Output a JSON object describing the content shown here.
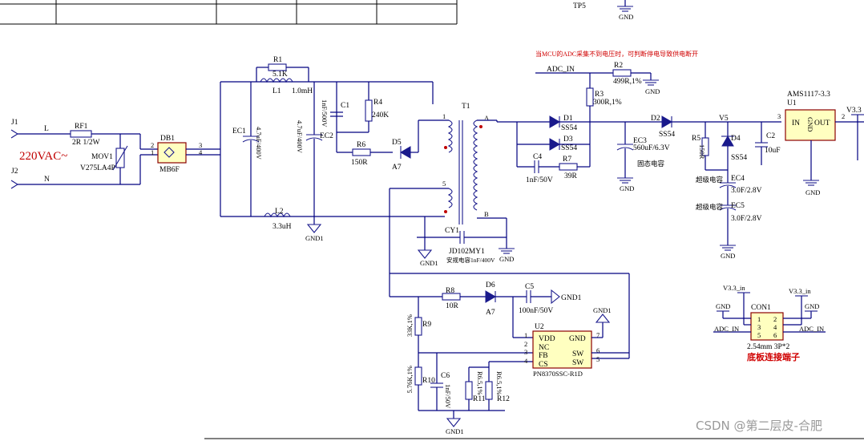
{
  "connectors": {
    "j1": "J1",
    "j2": "J2",
    "l_net": "L",
    "n_net": "N",
    "mains": "220VAC~"
  },
  "rf1": {
    "ref": "RF1",
    "value": "2R 1/2W"
  },
  "mov1": {
    "ref": "MOV1",
    "value": "V275LA4P"
  },
  "db1": {
    "ref": "DB1",
    "value": "MB6F",
    "pins": [
      "2",
      "1",
      "3",
      "4"
    ]
  },
  "ec1": {
    "ref": "EC1",
    "value": "4.7uF/400V"
  },
  "ec2": {
    "ref": "EC2",
    "value": "4.7uF/400V"
  },
  "r1": {
    "ref": "R1",
    "value": "5.1K"
  },
  "l1": {
    "ref": "L1",
    "value": "1.0mH"
  },
  "l2": {
    "ref": "L2",
    "value": "3.3uH"
  },
  "c1": {
    "ref": "C1",
    "value": "1nF/500V"
  },
  "r4": {
    "ref": "R4",
    "value": "240K"
  },
  "r6": {
    "ref": "R6",
    "value": "150R"
  },
  "d5": {
    "ref": "D5",
    "value": "A7"
  },
  "t1": {
    "ref": "T1",
    "pins": [
      "1",
      "A",
      "5",
      "B"
    ]
  },
  "cy1": {
    "ref": "CY1",
    "value": "JD102MY1",
    "note": "安规电容1nF/400V"
  },
  "gnd1": "GND1",
  "gnd": "GND",
  "tp5": "TP5",
  "note_adc": "当MCU的ADC采集不到电压时，可判断停电导致供电断开",
  "adc_in": "ADC_IN",
  "r2": {
    "ref": "R2",
    "value": "499R,1%"
  },
  "r3": {
    "ref": "R3",
    "value": "300R,1%"
  },
  "d1": {
    "ref": "D1",
    "value": "SS54"
  },
  "d3": {
    "ref": "D3",
    "value": "SS54"
  },
  "c4": {
    "ref": "C4",
    "value": "1nF/50V"
  },
  "r7": {
    "ref": "R7",
    "value": "39R"
  },
  "d2": {
    "ref": "D2",
    "value": "SS54"
  },
  "ec3": {
    "ref": "EC3",
    "value": "560uF/6.3V",
    "note": "固态电容"
  },
  "v5": "V5",
  "r5": {
    "ref": "R5",
    "value": "150R"
  },
  "d4": {
    "ref": "D4",
    "value": "SS54"
  },
  "ec4": {
    "ref": "EC4",
    "value": "3.0F/2.8V",
    "note": "超级电容"
  },
  "ec5": {
    "ref": "EC5",
    "value": "3.0F/2.8V",
    "note": "超级电容"
  },
  "c2": {
    "ref": "C2",
    "value": "10uF"
  },
  "u1": {
    "ref": "U1",
    "part": "AMS1117-3.3",
    "in": "IN",
    "gnd": "GND",
    "out": "OUT",
    "pin_in": "3",
    "pin_out": "2"
  },
  "v33": "V3.3",
  "r8": {
    "ref": "R8",
    "value": "10R"
  },
  "d6": {
    "ref": "D6",
    "value": "A7"
  },
  "c5": {
    "ref": "C5",
    "value": "100nF/50V"
  },
  "r9": {
    "ref": "R9",
    "value": "33K,1%"
  },
  "r10": {
    "ref": "R10",
    "value": "5.76K,1%"
  },
  "c6": {
    "ref": "C6",
    "value": "1nF/50V"
  },
  "r11": {
    "ref": "R11",
    "value": "R6.5,1%"
  },
  "r12": {
    "ref": "R12",
    "value": "R6.5,1%"
  },
  "u2": {
    "ref": "U2",
    "part": "PN8370SSC-R1D",
    "pins_left": [
      "VDD",
      "NC",
      "FB",
      "CS"
    ],
    "pins_right": [
      "GND",
      "SW",
      "SW"
    ],
    "nums_left": [
      "1",
      "2",
      "3",
      "4"
    ],
    "nums_right": [
      "7",
      "6",
      "5"
    ]
  },
  "con1": {
    "ref": "CON1",
    "value": "2.54mm 3P*2",
    "title": "底板连接端子",
    "pins": [
      "1",
      "2",
      "3",
      "4",
      "5",
      "6"
    ],
    "v33_in": "V3.3_in"
  },
  "watermark": "CSDN @第二层皮-合肥"
}
